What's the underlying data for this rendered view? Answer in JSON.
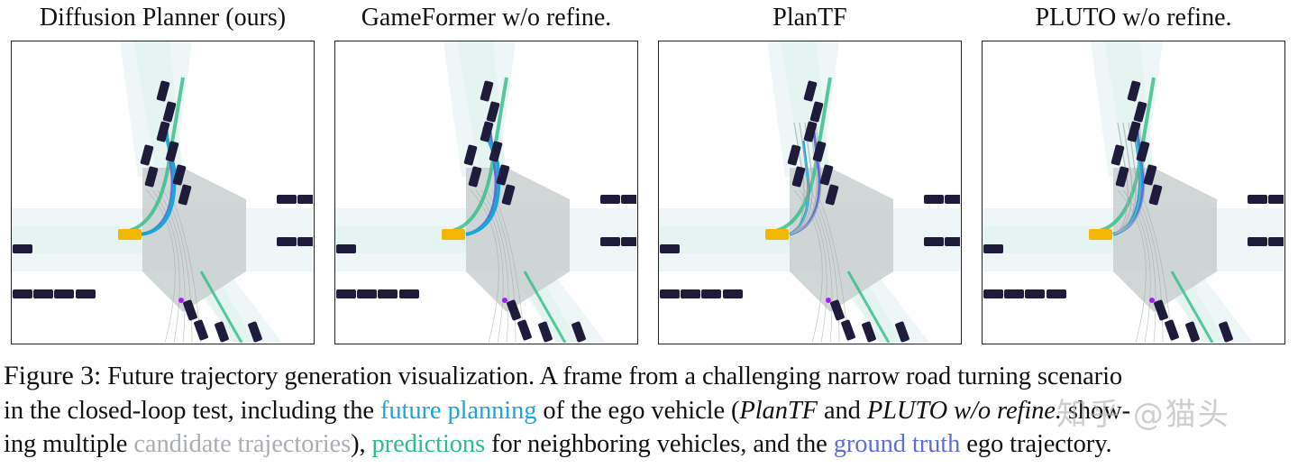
{
  "panels": [
    {
      "title": "Diffusion Planner (ours)",
      "variant": "diffusion"
    },
    {
      "title": "GameFormer w/o refine.",
      "variant": "gameformer"
    },
    {
      "title": "PlanTF",
      "variant": "plantf"
    },
    {
      "title": "PLUTO w/o refine.",
      "variant": "pluto"
    }
  ],
  "caption": {
    "figure_label": "Figure 3:",
    "segments_line1": " Future trajectory generation visualization. A frame from a challenging narrow road turning scenario",
    "line2_a": "in the closed-loop test, including the ",
    "line2_future": "future planning",
    "line2_b": " of the ego vehicle (",
    "line2_plantf": "PlanTF",
    "line2_and": " and ",
    "line2_pluto": "PLUTO w/o refine.",
    "line2_c": " show-",
    "line3_a": "ing multiple ",
    "line3_cand": "candidate trajectories",
    "line3_b": "), ",
    "line3_pred": "predictions",
    "line3_c": " for neighboring vehicles, and the ",
    "line3_gt": "ground truth",
    "line3_d": " ego trajectory."
  },
  "watermark": "知乎 @猫头",
  "colors": {
    "future_planning": "#1aa7d8",
    "candidate": "#a9aeb3",
    "prediction": "#2ebd86",
    "ground_truth": "#5b6fd6",
    "ego": "#f2b705",
    "vehicle": "#1f1b3a",
    "road": "#e6f4f1",
    "junction": "#c9cfd0"
  }
}
